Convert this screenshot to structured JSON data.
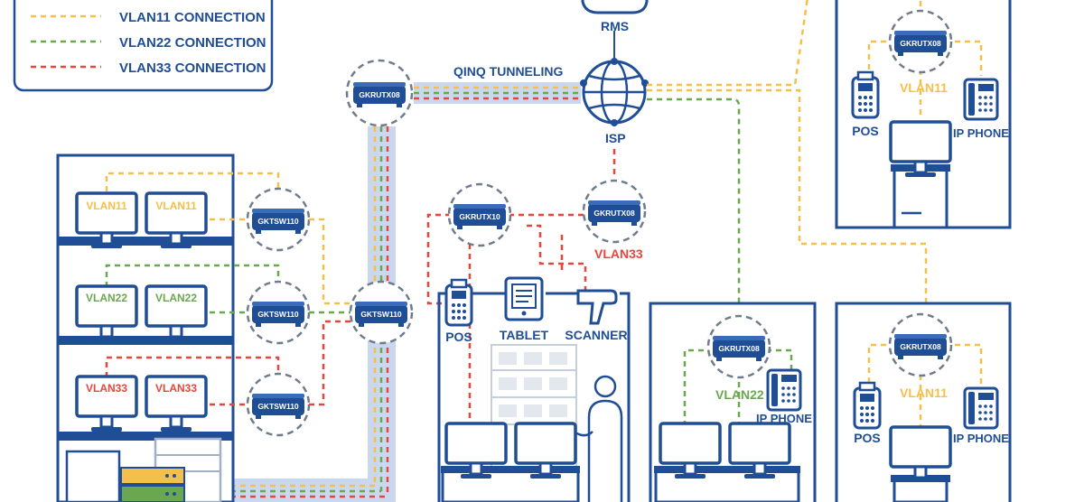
{
  "legend": {
    "items": [
      {
        "label": "VLAN11 CONNECTION",
        "color": "#f5c04a"
      },
      {
        "label": "VLAN22 CONNECTION",
        "color": "#6aa84f"
      },
      {
        "label": "VLAN33 CONNECTION",
        "color": "#e8463c"
      }
    ]
  },
  "labels": {
    "rms": "RMS",
    "isp": "ISP",
    "qinq": "QINQ TUNNELING",
    "vlan33_store": "VLAN33",
    "pos_store": "POS",
    "tablet": "TABLET",
    "scanner": "SCANNER",
    "vlan22_right": "VLAN22",
    "ip_phone_mid": "IP PHONE",
    "vlan11_top": "VLAN11",
    "pos_top": "POS",
    "ip_phone_top": "IP PHONE",
    "vlan11_bottom": "VLAN11",
    "pos_bottom": "POS",
    "ip_phone_bottom": "IP PHONE"
  },
  "devices": {
    "rutx08_top": "GKRUTX08",
    "rutx08_store": "GKRUTX08",
    "rutx10_store": "GKRUTX10",
    "rutx08_mid": "GKRUTX08",
    "rutx08_topright": "GKRUTX08",
    "rutx08_bottomright": "GKRUTX08",
    "tsw110_core": "GKTSW110",
    "tsw110_a": "GKTSW110",
    "tsw110_b": "GKTSW110",
    "tsw110_c": "GKTSW110"
  },
  "monitors": {
    "vlan11_a": "VLAN11",
    "vlan11_b": "VLAN11",
    "vlan22_a": "VLAN22",
    "vlan22_b": "VLAN22",
    "vlan33_a": "VLAN33",
    "vlan33_b": "VLAN33"
  },
  "colors": {
    "blue": "#1f4e96",
    "vlan11": "#f5c04a",
    "vlan22": "#6aa84f",
    "vlan33": "#e8463c",
    "ring": "#6f7c8c",
    "tunnel": "#c9d8ee"
  }
}
